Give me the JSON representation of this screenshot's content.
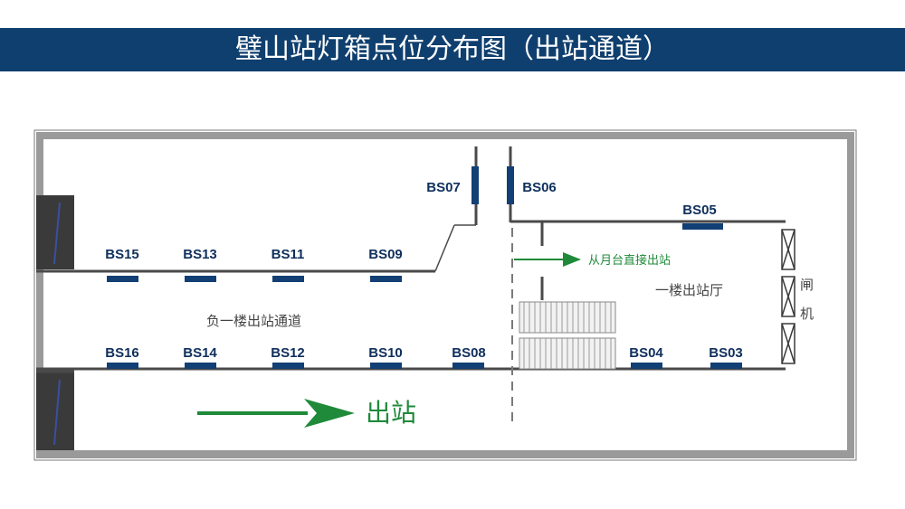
{
  "title": "璧山站灯箱点位分布图（出站通道）",
  "colors": {
    "title_bg": "#0f3f6e",
    "lightbox": "#123f74",
    "arrow": "#1f8a3a",
    "wall": "#9a9a9a",
    "corridor_line": "#4a4a4a"
  },
  "areas": {
    "corridor": "负一楼出站通道",
    "hall": "一楼出站厅",
    "gate_chars": [
      "闸",
      "机"
    ],
    "platform_exit_text": "从月台直接出站",
    "exit_text": "出站"
  },
  "lightboxes": [
    {
      "id": "BS03"
    },
    {
      "id": "BS04"
    },
    {
      "id": "BS05"
    },
    {
      "id": "BS06"
    },
    {
      "id": "BS07"
    },
    {
      "id": "BS08"
    },
    {
      "id": "BS09"
    },
    {
      "id": "BS10"
    },
    {
      "id": "BS11"
    },
    {
      "id": "BS12"
    },
    {
      "id": "BS13"
    },
    {
      "id": "BS14"
    },
    {
      "id": "BS15"
    },
    {
      "id": "BS16"
    }
  ]
}
